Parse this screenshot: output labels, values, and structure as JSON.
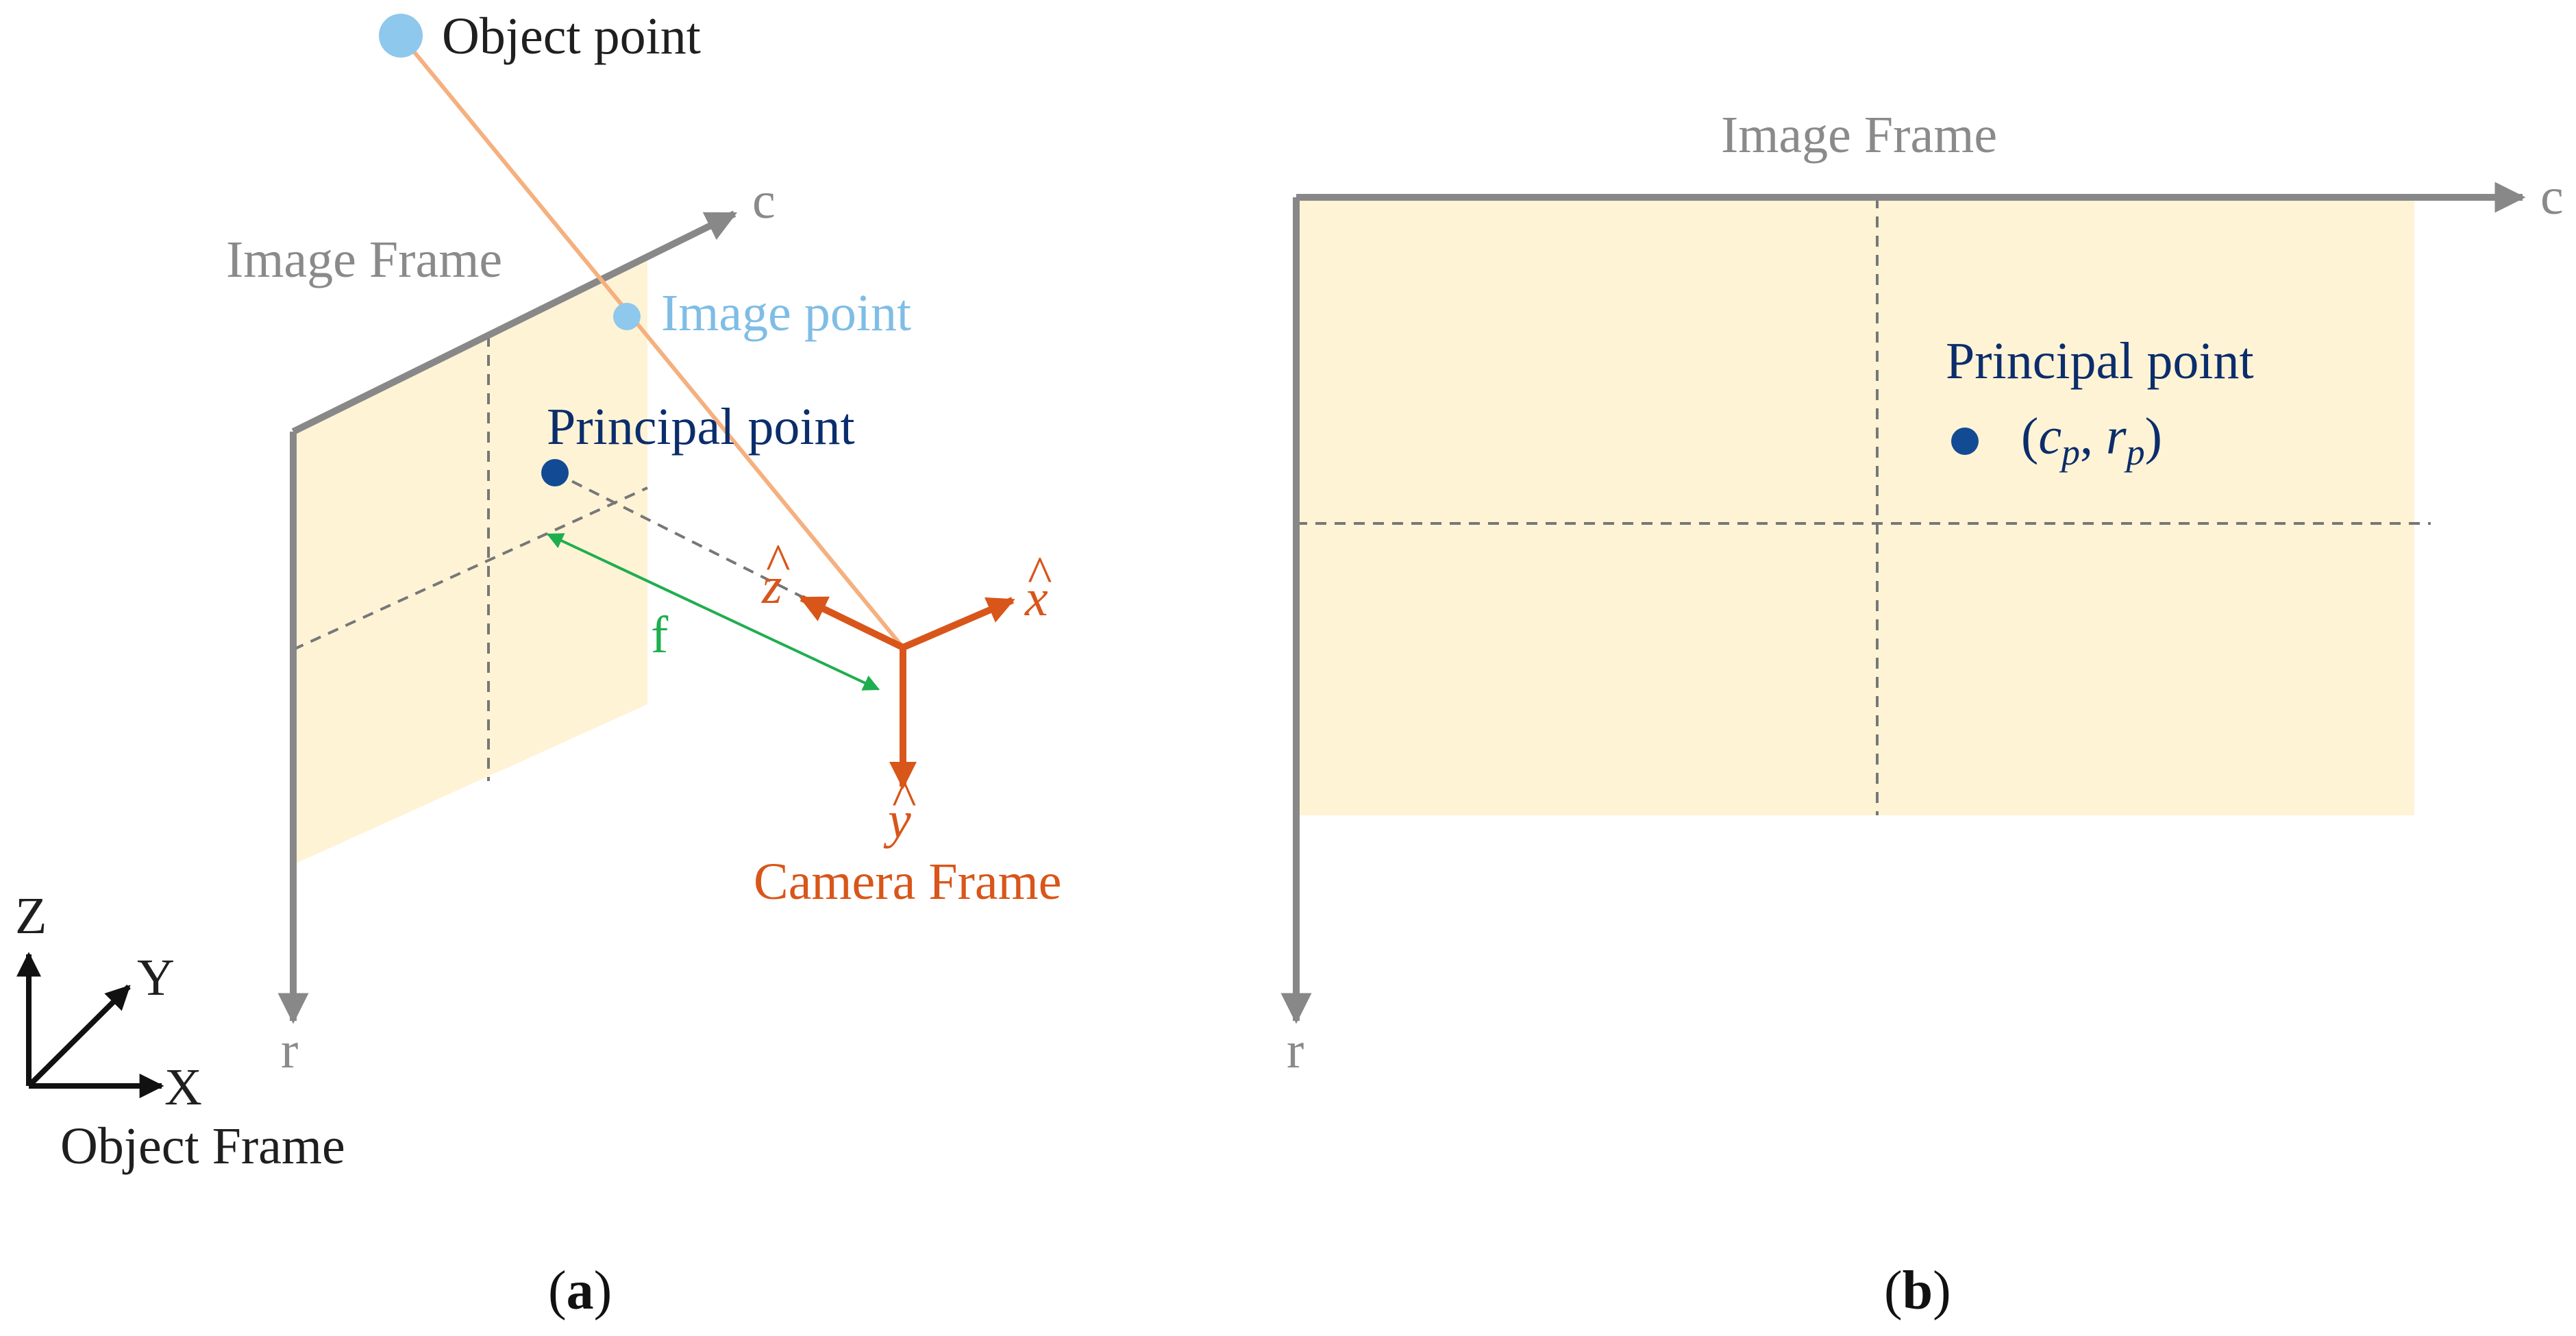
{
  "panel_a": {
    "object_point_label": "Object point",
    "image_point_label": "Image point",
    "image_frame_label": "Image Frame",
    "principal_point_label": "Principal point",
    "c_axis_label": "c",
    "r_axis_label": "r",
    "focal_label": "f",
    "camera_frame_label": "Camera Frame",
    "camera_axes": {
      "x": "x",
      "y": "y",
      "z": "z",
      "hat": "^"
    },
    "object_frame": {
      "label": "Object Frame",
      "x": "X",
      "y": "Y",
      "z": "Z"
    },
    "caption": {
      "open": "(",
      "letter": "a",
      "close": ")"
    }
  },
  "panel_b": {
    "image_frame_label": "Image Frame",
    "c_axis_label": "c",
    "r_axis_label": "r",
    "principal_point_label": "Principal point",
    "principal_point_coords": {
      "open": "(",
      "c": "c",
      "c_sub": "p",
      "sep": ", ",
      "r": "r",
      "r_sub": "p",
      "close": ")"
    },
    "caption": {
      "open": "(",
      "letter": "b",
      "close": ")"
    }
  },
  "colors": {
    "axis_gray": "#888888",
    "plane_fill": "#fff3d6",
    "ray_orange": "#f5b07f",
    "camera_orange": "#d8561a",
    "point_light_blue": "#8ec8ec",
    "point_navy": "#124b94",
    "focal_green": "#1fae4f",
    "object_frame_black": "#111111"
  }
}
